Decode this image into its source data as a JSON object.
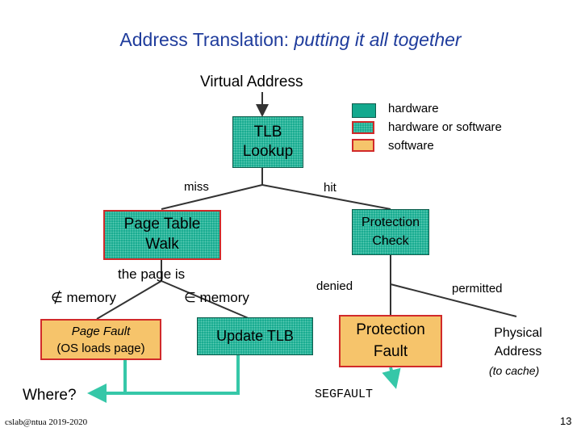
{
  "title": {
    "main": "Address Translation: ",
    "italic": "putting it all together"
  },
  "virtual_address": "Virtual Address",
  "tlb_lookup": {
    "line1": "TLB",
    "line2": "Lookup"
  },
  "legend": [
    {
      "label": "hardware",
      "color": "#13a98e"
    },
    {
      "label": "hardware or software",
      "color": "#13a98e"
    },
    {
      "label": "software",
      "color": "#f6c46b"
    }
  ],
  "labels": {
    "miss": "miss",
    "hit": "hit",
    "page_is": "the page is",
    "not_in_memory": "∉ memory",
    "in_memory": "∈ memory",
    "denied": "denied",
    "permitted": "permitted",
    "where": "Where?",
    "segfault": "SEGFAULT",
    "to_cache": "(to cache)"
  },
  "page_table_walk": {
    "line1": "Page Table",
    "line2": "Walk"
  },
  "protection_check": {
    "line1": "Protection",
    "line2": "Check"
  },
  "page_fault": {
    "line1": "Page Fault",
    "line2": "(OS loads page)"
  },
  "update_tlb": "Update TLB",
  "protection_fault": {
    "line1": "Protection",
    "line2": "Fault"
  },
  "physical_address": {
    "line1": "Physical",
    "line2": "Address"
  },
  "footer": {
    "left": "cslab@ntua 2019-2020",
    "page": "13"
  },
  "colors": {
    "title": "#1f3c9c",
    "hardware": "#13a98e",
    "software": "#f6c46b",
    "border_red": "#d12a2a"
  }
}
